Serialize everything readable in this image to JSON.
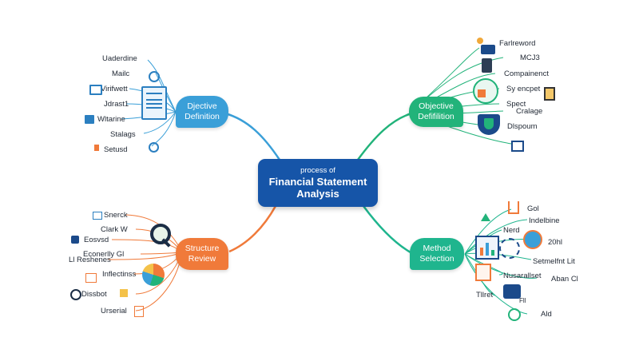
{
  "center": {
    "subtitle": "process of",
    "title": "Financial Statement Analysis"
  },
  "branches": {
    "top_left": {
      "label": "Djective Definition",
      "color": "#3a9fd8",
      "items": [
        "Uaderdine",
        "Mailc",
        "Virifwett",
        "Jdrast1",
        "Wltarine",
        "Stalags",
        "Setusd"
      ]
    },
    "top_right": {
      "label": "Objective Defifilition",
      "color": "#22b37a",
      "items": [
        "Farlreword",
        "MCJ3",
        "Compainenct",
        "Sy encpet",
        "Spect",
        "Cralage",
        "Dlspoum"
      ]
    },
    "bottom_left": {
      "label": "Structure Review",
      "color": "#f07a3a",
      "items": [
        "Snerck",
        "Clark W",
        "Eosvsd",
        "Econerlly Gl",
        "Ll Reshenes",
        "Inflectinss",
        "Dissbot",
        "Urserial"
      ]
    },
    "bottom_right": {
      "label": "Method Selection",
      "color": "#1fb58e",
      "items": [
        "Gol",
        "Nerd",
        "Indelbine",
        "20hl",
        "Setmelfnt Lit",
        "Nusarallset",
        "Aban Cl",
        "Tllret",
        "Ald"
      ],
      "badge": "Fll"
    }
  }
}
